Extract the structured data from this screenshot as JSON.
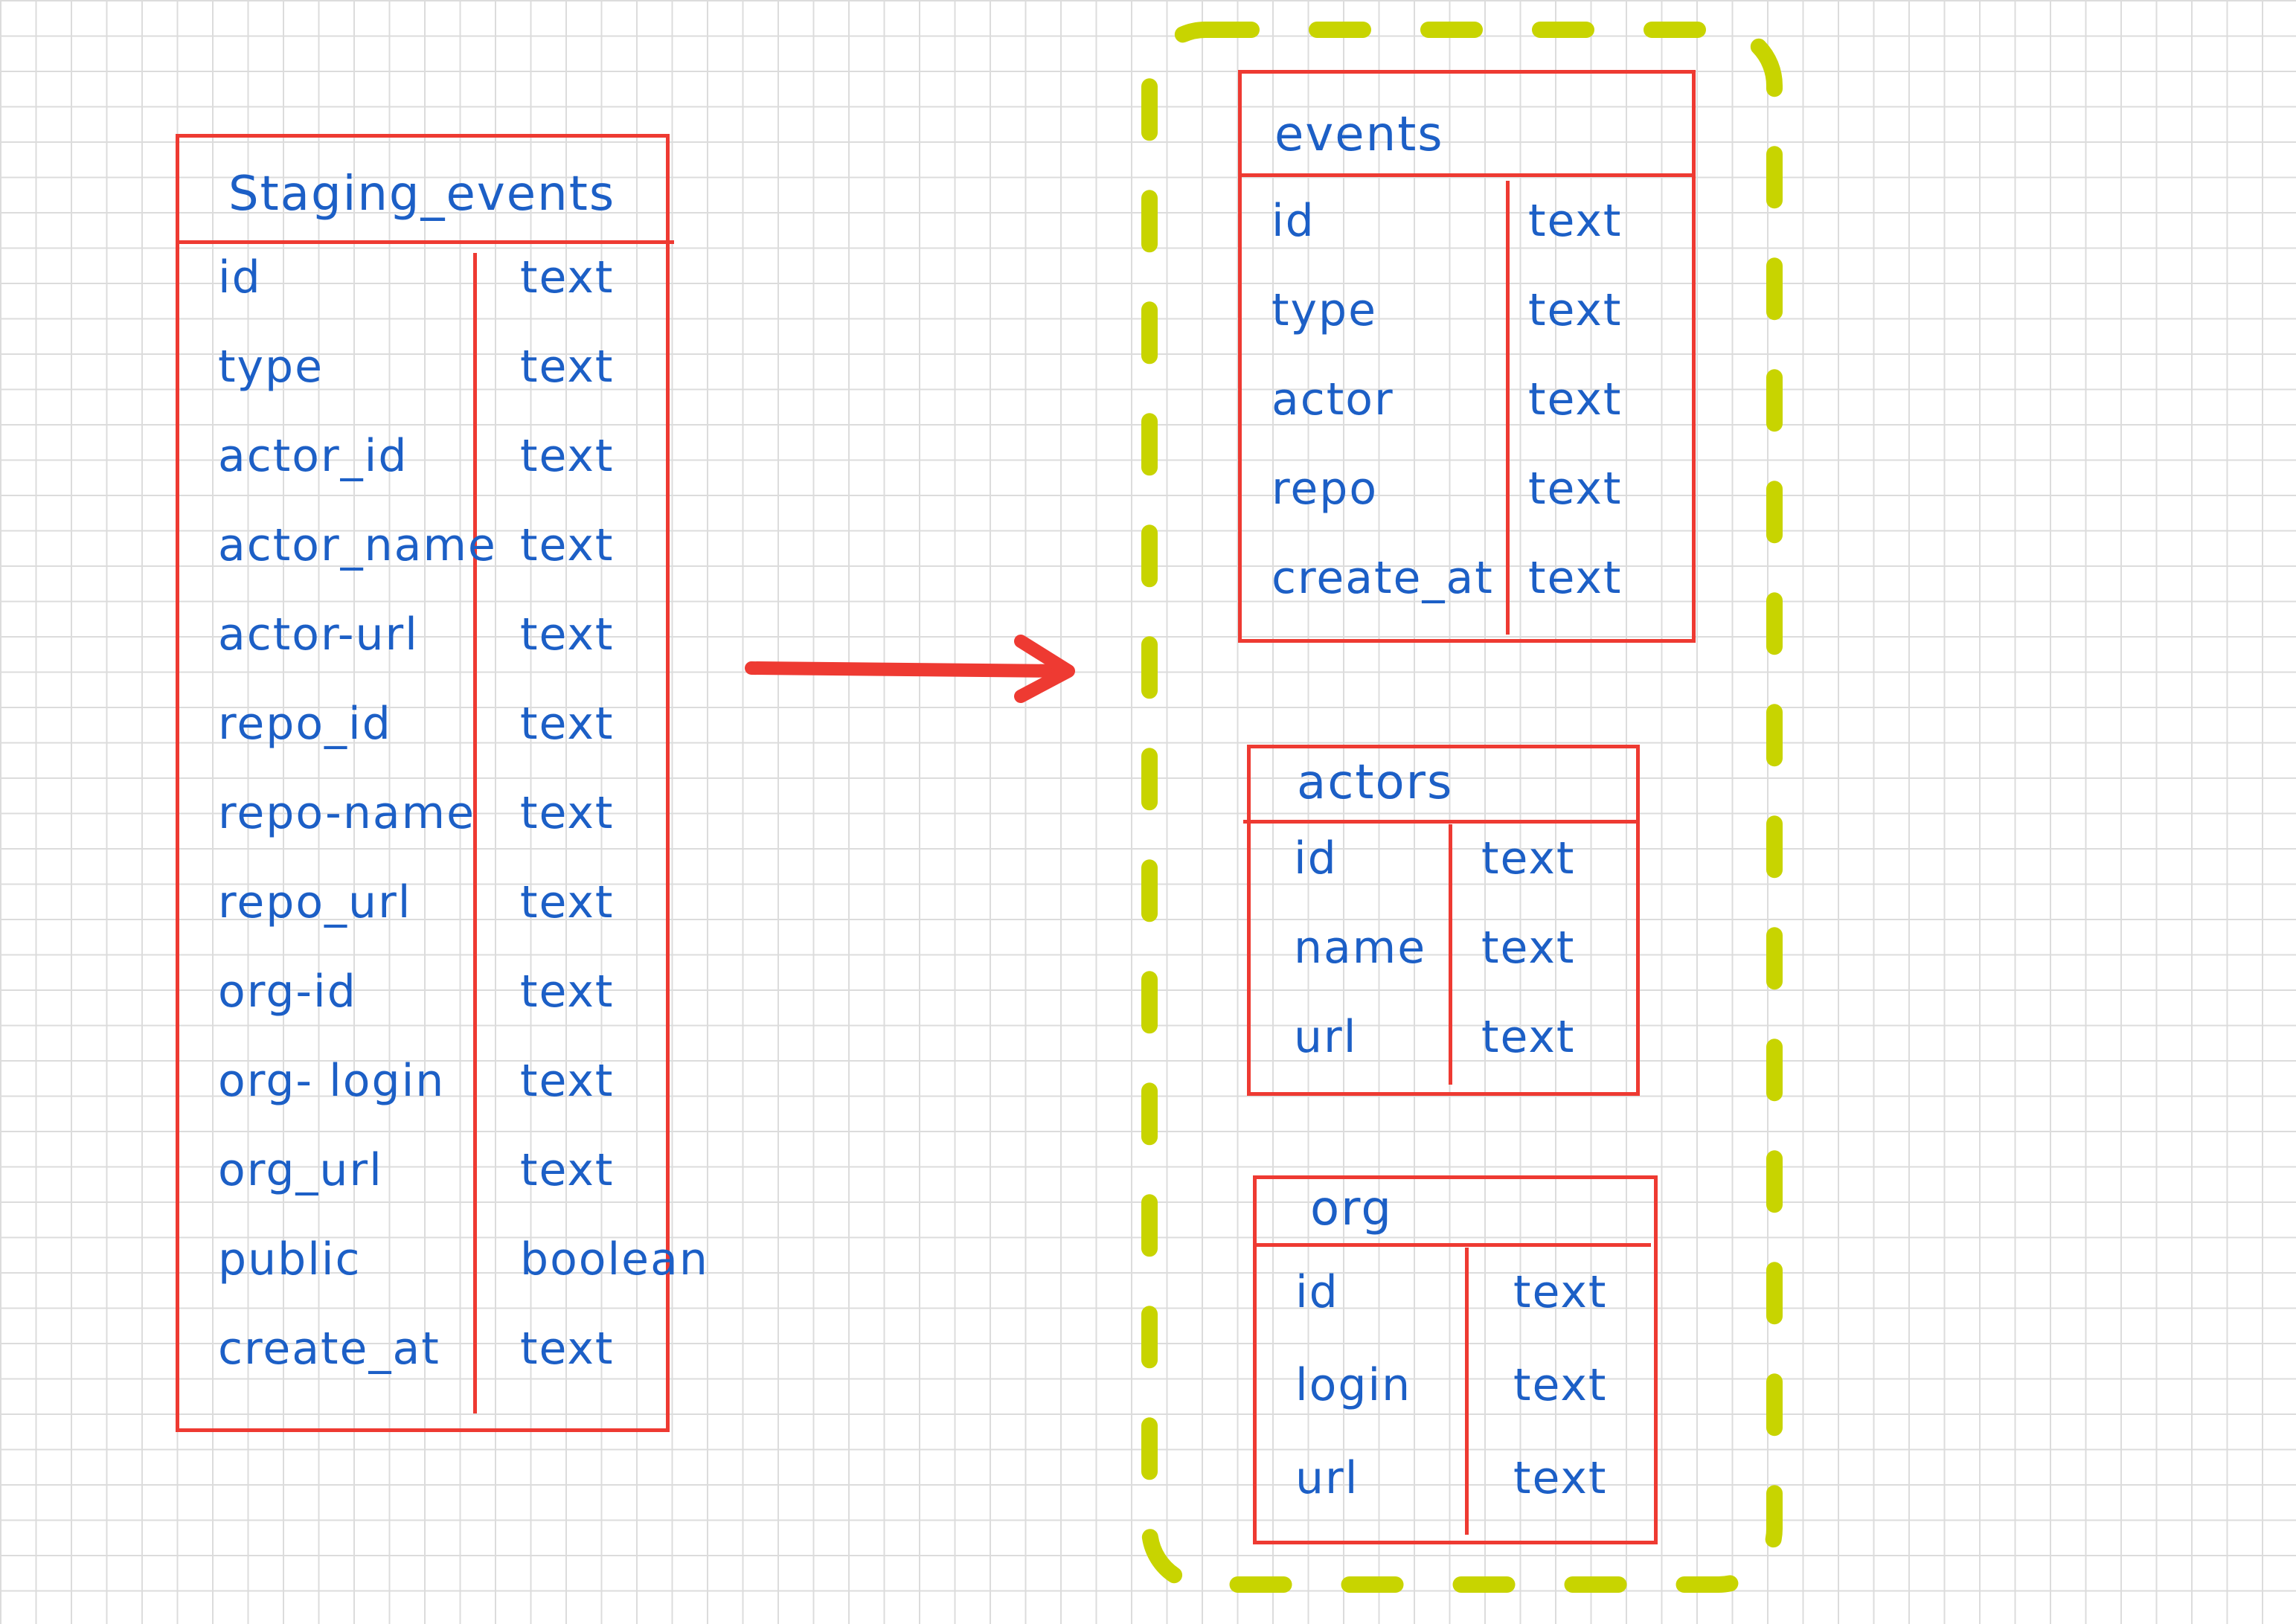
{
  "colors": {
    "table_border": "#ee3a32",
    "text": "#1c5fc6",
    "arrow": "#ee3a32",
    "group_outline": "#c8d400",
    "grid": "#dcdcdc"
  },
  "staging_table": {
    "title": "Staging_events",
    "rows": [
      {
        "name": "id",
        "type": "text"
      },
      {
        "name": "type",
        "type": "text"
      },
      {
        "name": "actor_id",
        "type": "text"
      },
      {
        "name": "actor_name",
        "type": "text"
      },
      {
        "name": "actor-url",
        "type": "text"
      },
      {
        "name": "repo_id",
        "type": "text"
      },
      {
        "name": "repo-name",
        "type": "text"
      },
      {
        "name": "repo_url",
        "type": "text"
      },
      {
        "name": "org-id",
        "type": "text"
      },
      {
        "name": "org- login",
        "type": "text"
      },
      {
        "name": "org_url",
        "type": "text"
      },
      {
        "name": "public",
        "type": "boolean"
      },
      {
        "name": "create_at",
        "type": "text"
      }
    ]
  },
  "events_table": {
    "title": "events",
    "rows": [
      {
        "name": "id",
        "type": "text"
      },
      {
        "name": "type",
        "type": "text"
      },
      {
        "name": "actor",
        "type": "text"
      },
      {
        "name": "repo",
        "type": "text"
      },
      {
        "name": "create_at",
        "type": "text"
      }
    ]
  },
  "actors_table": {
    "title": "actors",
    "rows": [
      {
        "name": "id",
        "type": "text"
      },
      {
        "name": "name",
        "type": "text"
      },
      {
        "name": "url",
        "type": "text"
      }
    ]
  },
  "org_table": {
    "title": "org",
    "rows": [
      {
        "name": "id",
        "type": "text"
      },
      {
        "name": "login",
        "type": "text"
      },
      {
        "name": "url",
        "type": "text"
      }
    ]
  }
}
